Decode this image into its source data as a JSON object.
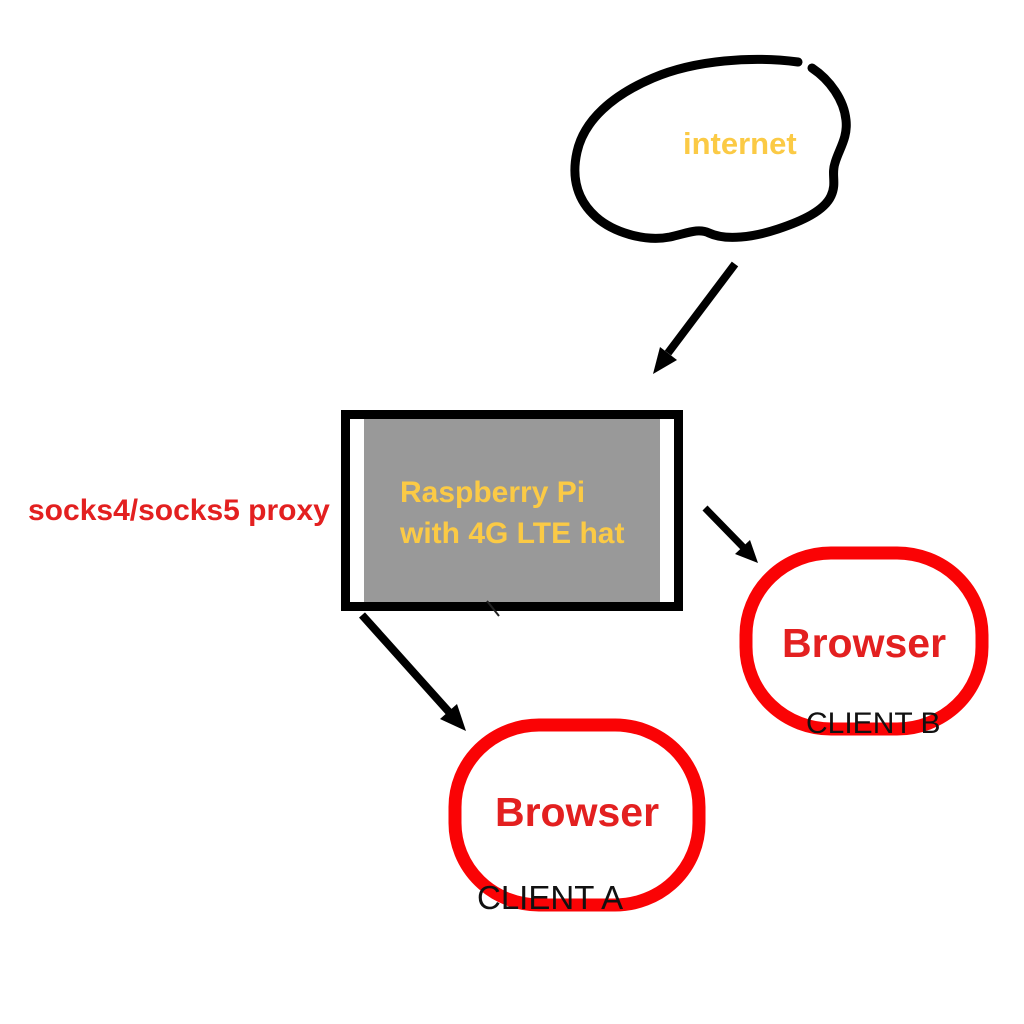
{
  "diagram_title": "socks proxy network diagram",
  "colors": {
    "yellow": "#fbca45",
    "gray_fill": "#999999",
    "red_stroke": "#fa0305",
    "red_text": "#e32020",
    "black": "#000000"
  },
  "cloud": {
    "label": "internet"
  },
  "proxy_box": {
    "line1": "Raspberry Pi",
    "line2": "with 4G LTE hat"
  },
  "proxy_label": "socks4/socks5 proxy",
  "client_a": {
    "label": "Browser",
    "caption": "CLIENT A"
  },
  "client_b": {
    "label": "Browser",
    "caption": "CLIENT B"
  }
}
